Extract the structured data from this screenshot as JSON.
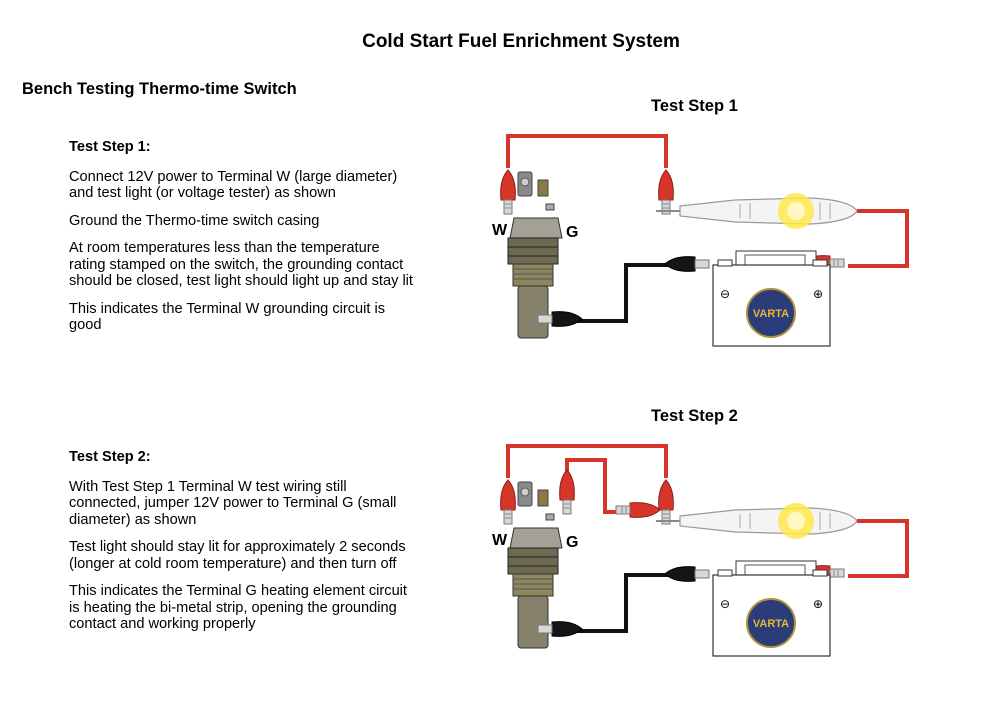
{
  "title": "Cold Start Fuel Enrichment System",
  "subtitle": "Bench Testing Thermo-time Switch",
  "steps": [
    {
      "heading": "Test Step 1",
      "paragraphs": [
        "Connect 12V power to Terminal W (large diameter) and test light (or voltage tester) as shown",
        "Ground the Thermo-time switch casing",
        "At room temperatures less than the temperature rating stamped on the switch, the grounding contact should be closed, test light should light up and stay lit",
        "This indicates the Terminal W grounding circuit is good"
      ]
    },
    {
      "heading": "Test Step 2",
      "paragraphs": [
        "With Test Step 1 Terminal W test wiring still connected, jumper 12V power to Terminal G (small diameter) as shown",
        "Test light should stay lit for approximately 2 seconds (longer at cold room temperature) and then turn off",
        "This indicates the Terminal G heating element circuit is heating the bi-metal strip, opening the grounding contact and working properly"
      ]
    }
  ],
  "diagrams": [
    {
      "title": "Test Step 1",
      "terminal_w": "W",
      "terminal_g": "G",
      "battery_brand": "VARTA",
      "minus": "⊖",
      "plus": "⊕",
      "jumper": false
    },
    {
      "title": "Test Step 2",
      "terminal_w": "W",
      "terminal_g": "G",
      "battery_brand": "VARTA",
      "minus": "⊖",
      "plus": "⊕",
      "jumper": true
    }
  ],
  "colors": {
    "power_wire": "#d8352a",
    "ground_wire": "#111111",
    "battery_label": "#2a3d7a",
    "battery_brand_text": "#e8b830",
    "lamp_glow": "#ffe84a"
  }
}
